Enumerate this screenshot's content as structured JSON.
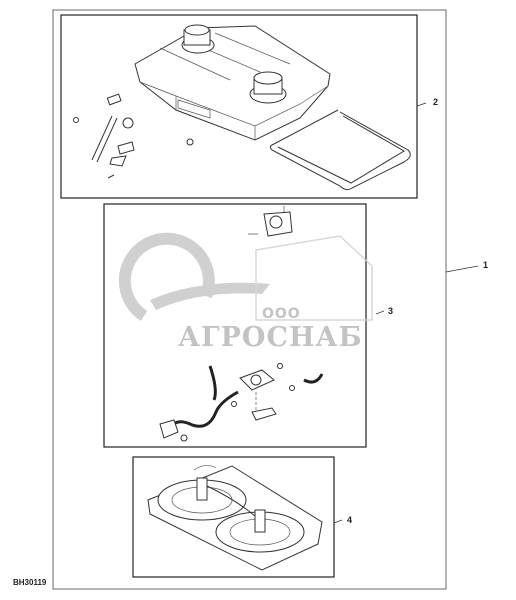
{
  "callouts": [
    {
      "label": "1"
    },
    {
      "label": "2"
    },
    {
      "label": "3"
    },
    {
      "label": "4"
    }
  ],
  "figure_code": "BH30119",
  "watermark": {
    "company_small": "ООО",
    "company_name": "АГРОСНАБ"
  }
}
